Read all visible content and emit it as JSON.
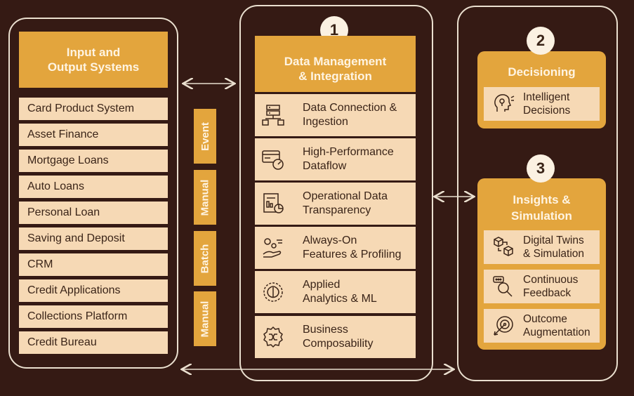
{
  "input_output": {
    "title": "Input and\nOutput Systems",
    "items": [
      "Card Product System",
      "Asset Finance",
      "Mortgage Loans",
      "Auto Loans",
      "Personal Loan",
      "Saving and Deposit",
      "CRM",
      "Credit Applications",
      "Collections Platform",
      "Credit Bureau"
    ]
  },
  "connectors": {
    "tags": [
      "Event",
      "Manual",
      "Batch",
      "Manual"
    ]
  },
  "data_management": {
    "number": "1",
    "title": "Data Management\n& Integration",
    "items": [
      {
        "label": "Data Connection &\nIngestion",
        "icon": "server-icon"
      },
      {
        "label": "High-Performance\nDataflow",
        "icon": "speed-card-icon"
      },
      {
        "label": "Operational Data\nTransparency",
        "icon": "report-chart-icon"
      },
      {
        "label": "Always-On\nFeatures & Profiling",
        "icon": "gears-hand-icon"
      },
      {
        "label": "Applied\nAnalytics & ML",
        "icon": "brain-gear-icon"
      },
      {
        "label": "Business\nComposability",
        "icon": "gear-shuffle-icon"
      }
    ]
  },
  "decisioning": {
    "number": "2",
    "title": "Decisioning",
    "items": [
      {
        "label": "Intelligent\nDecisions",
        "icon": "ai-head-icon"
      }
    ]
  },
  "insights": {
    "number": "3",
    "title": "Insights &\nSimulation",
    "items": [
      {
        "label": "Digital Twins\n& Simulation",
        "icon": "cubes-icon"
      },
      {
        "label": "Continuous\nFeedback",
        "icon": "feedback-search-icon"
      },
      {
        "label": "Outcome\nAugmentation",
        "icon": "target-arrow-icon"
      }
    ]
  },
  "colors": {
    "background": "#351a14",
    "accent": "#e3a53d",
    "item_fill": "#f6d9b5",
    "border": "#eadfcf"
  }
}
